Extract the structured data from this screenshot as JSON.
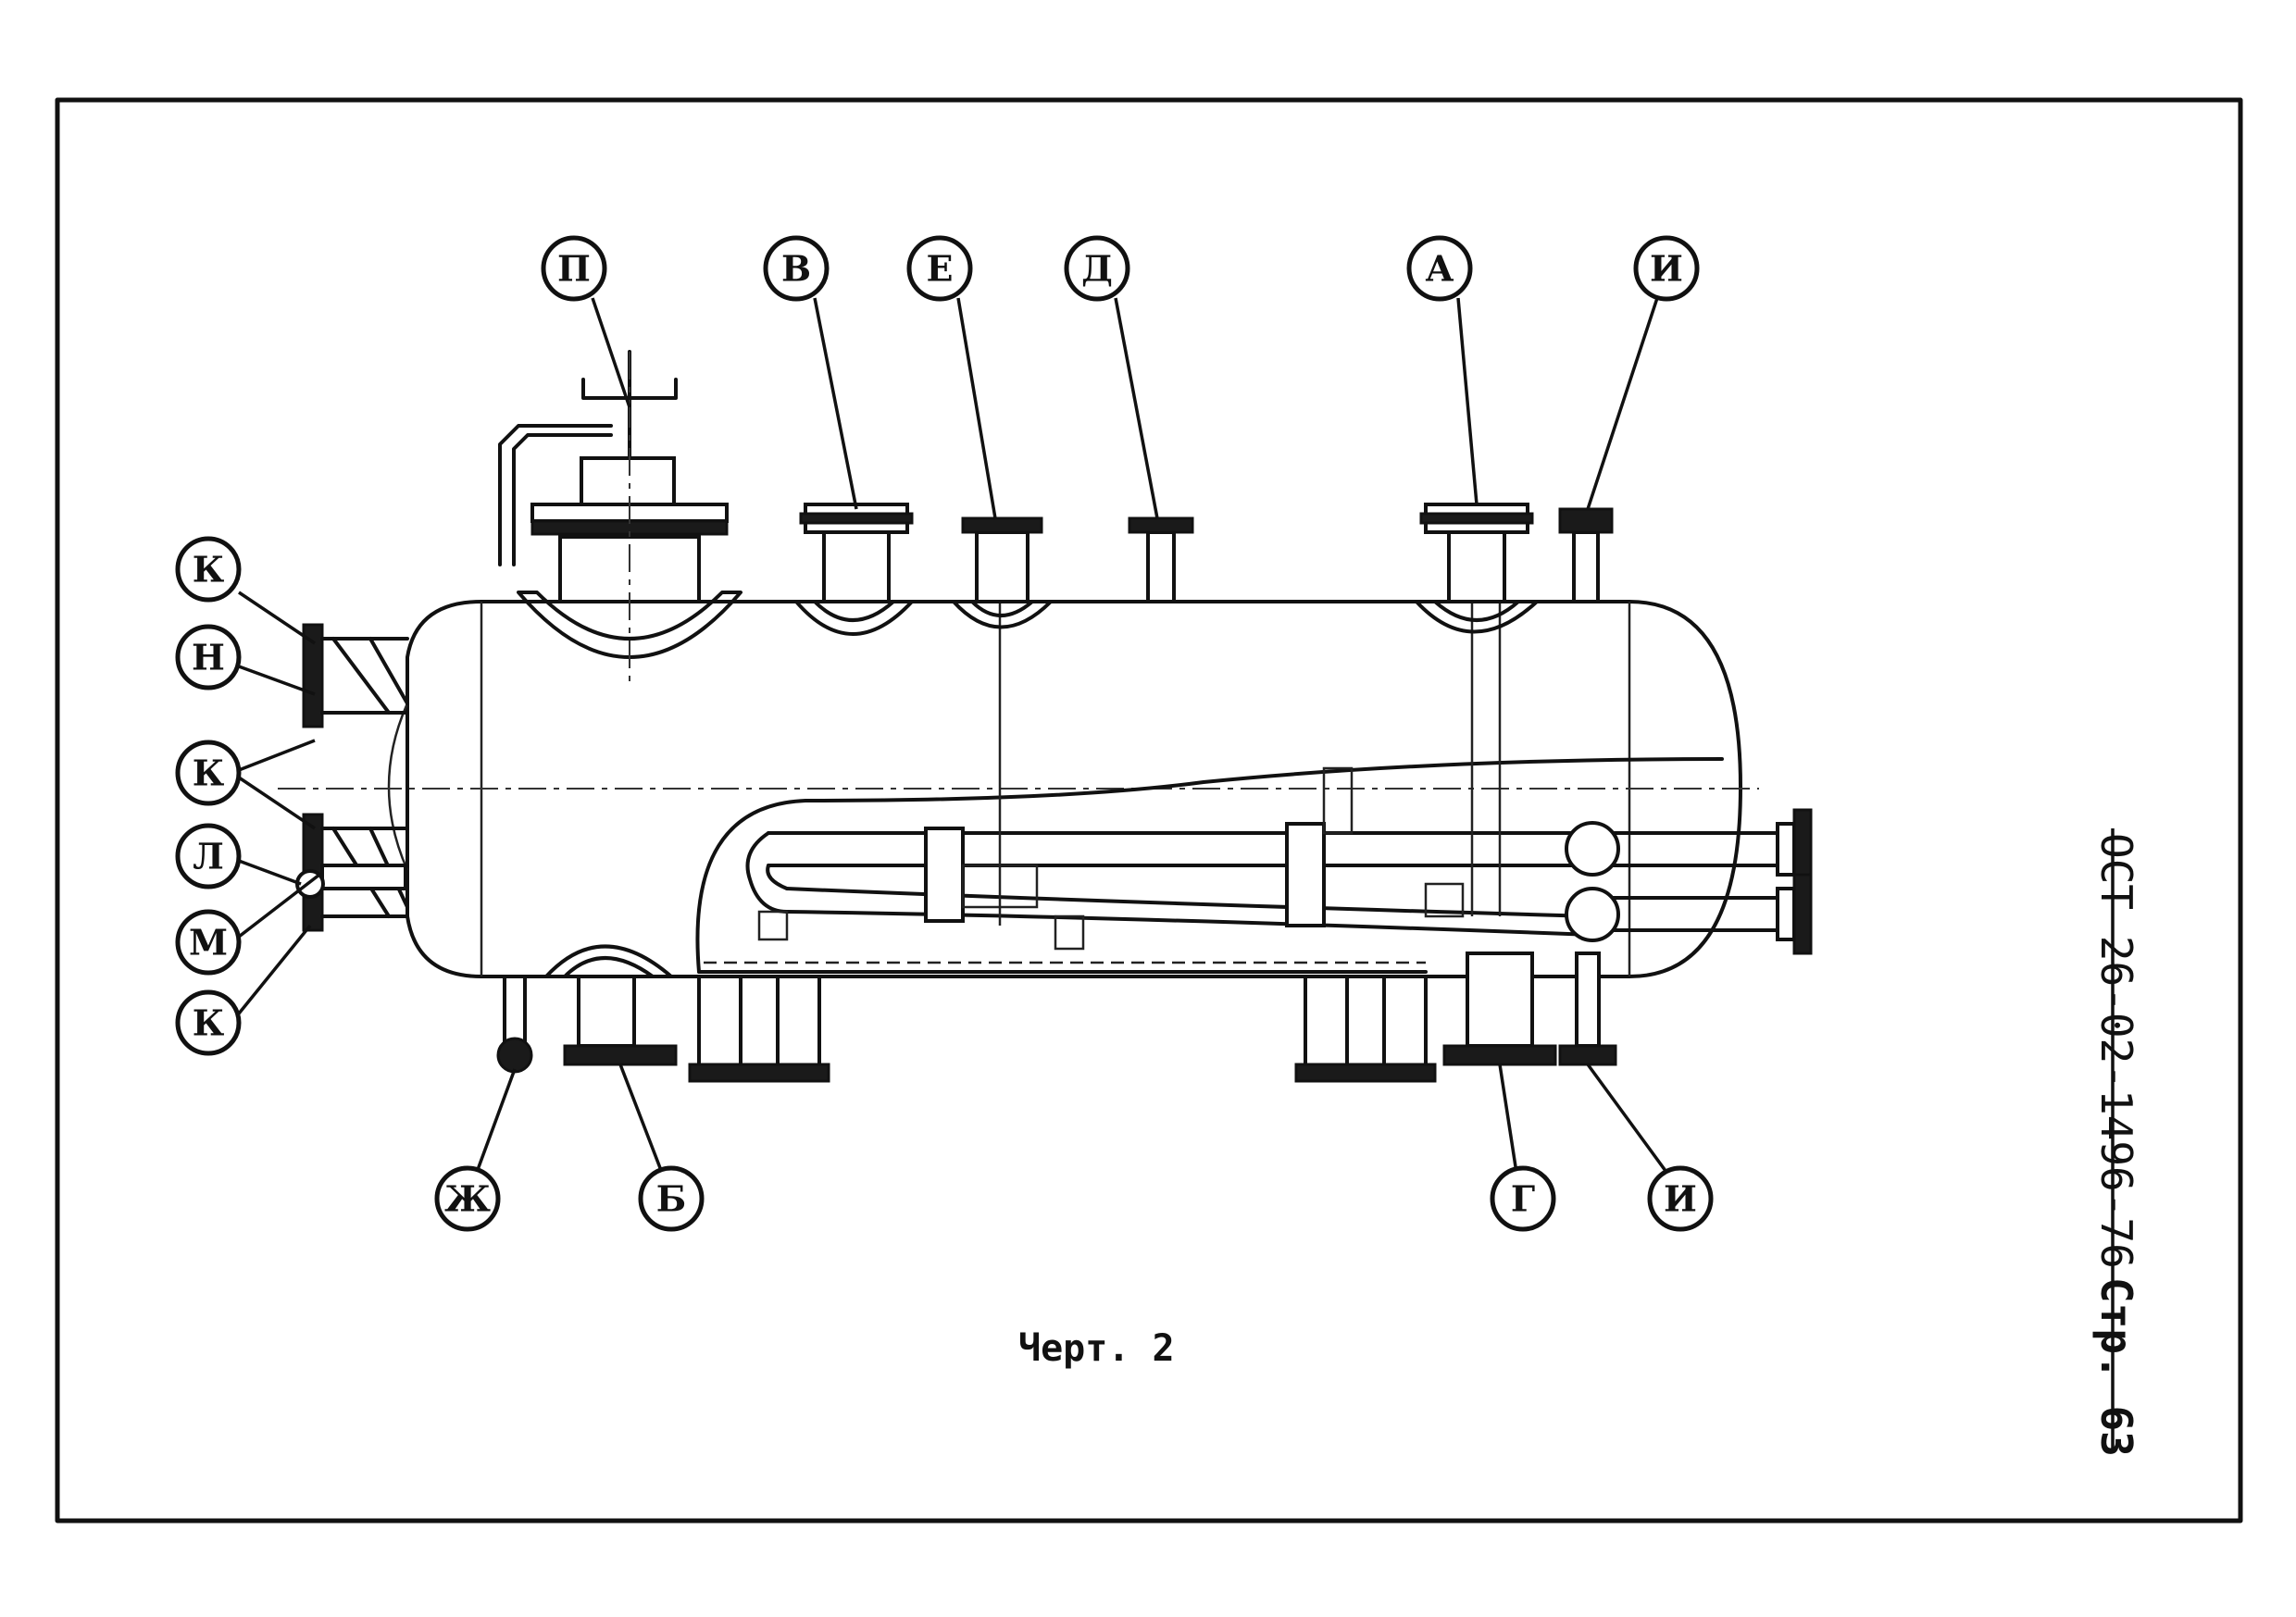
{
  "document": {
    "designation": "ОСТ 26-02-1496-76",
    "page_label": "Стр. 63",
    "caption": "Черт. 2"
  },
  "callouts": {
    "top": [
      "П",
      "В",
      "Е",
      "Д",
      "А",
      "И"
    ],
    "left": [
      "К",
      "Н",
      "К",
      "Л",
      "М",
      "К"
    ],
    "bottom": [
      "Ж",
      "Б",
      "Г",
      "И"
    ]
  }
}
